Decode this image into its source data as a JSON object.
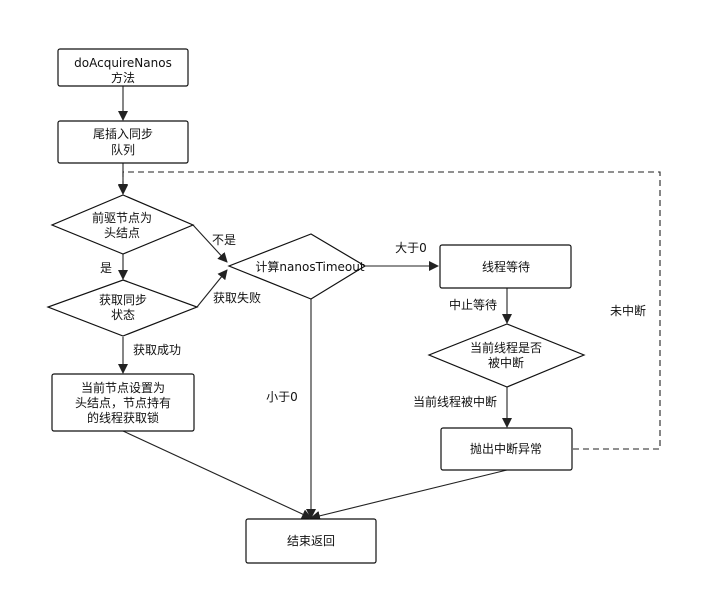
{
  "nodes": {
    "start": [
      "doAcquireNanos",
      "方法"
    ],
    "enqueue": [
      "尾插入同步",
      "队列"
    ],
    "pred_is_head": [
      "前驱节点为",
      "头结点"
    ],
    "acquire_state": [
      "获取同步",
      "状态"
    ],
    "set_head": [
      "当前节点设置为",
      "头结点，节点持有",
      "的线程获取锁"
    ],
    "calc_timeout": [
      "计算nanosTimeout"
    ],
    "thread_wait": [
      "线程等待"
    ],
    "is_interrupted": [
      "当前线程是否",
      "被中断"
    ],
    "throw_interrupt": [
      "抛出中断异常"
    ],
    "end": [
      "结束返回"
    ]
  },
  "edge_labels": {
    "yes": "是",
    "no": "不是",
    "acquire_fail": "获取失败",
    "acquire_success": "获取成功",
    "greater_than_zero": "大于0",
    "less_than_zero": "小于0",
    "stop_wait": "中止等待",
    "is_interrupted": "当前线程被中断",
    "not_interrupted": "未中断"
  }
}
